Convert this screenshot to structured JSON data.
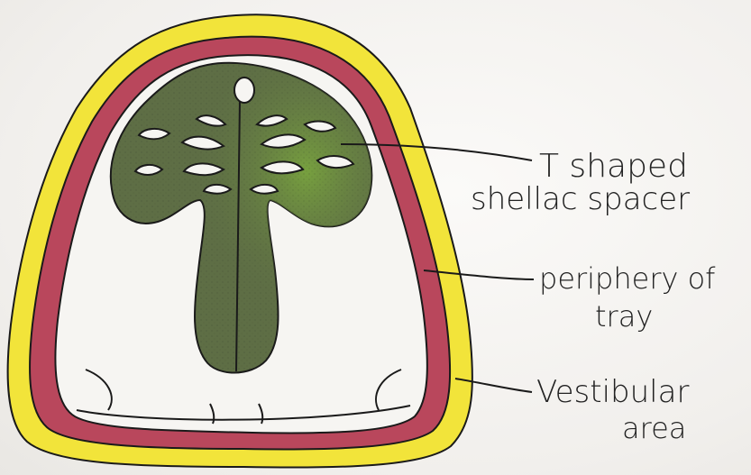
{
  "labels": {
    "t_shaped_line1": "T shaped",
    "t_shaped_line2": "shellac spacer",
    "periphery_line1": "periphery of",
    "periphery_line2": "tray",
    "vestibular_line1": "Vestibular",
    "vestibular_line2": "area"
  },
  "colors": {
    "tray_rim": "#f2e43a",
    "periphery_band": "#b9475c",
    "spacer": "#5e6e45",
    "spacer_highlight": "#6f9a3c",
    "outline": "#1a1a1a",
    "paper": "#f4f3f1"
  }
}
